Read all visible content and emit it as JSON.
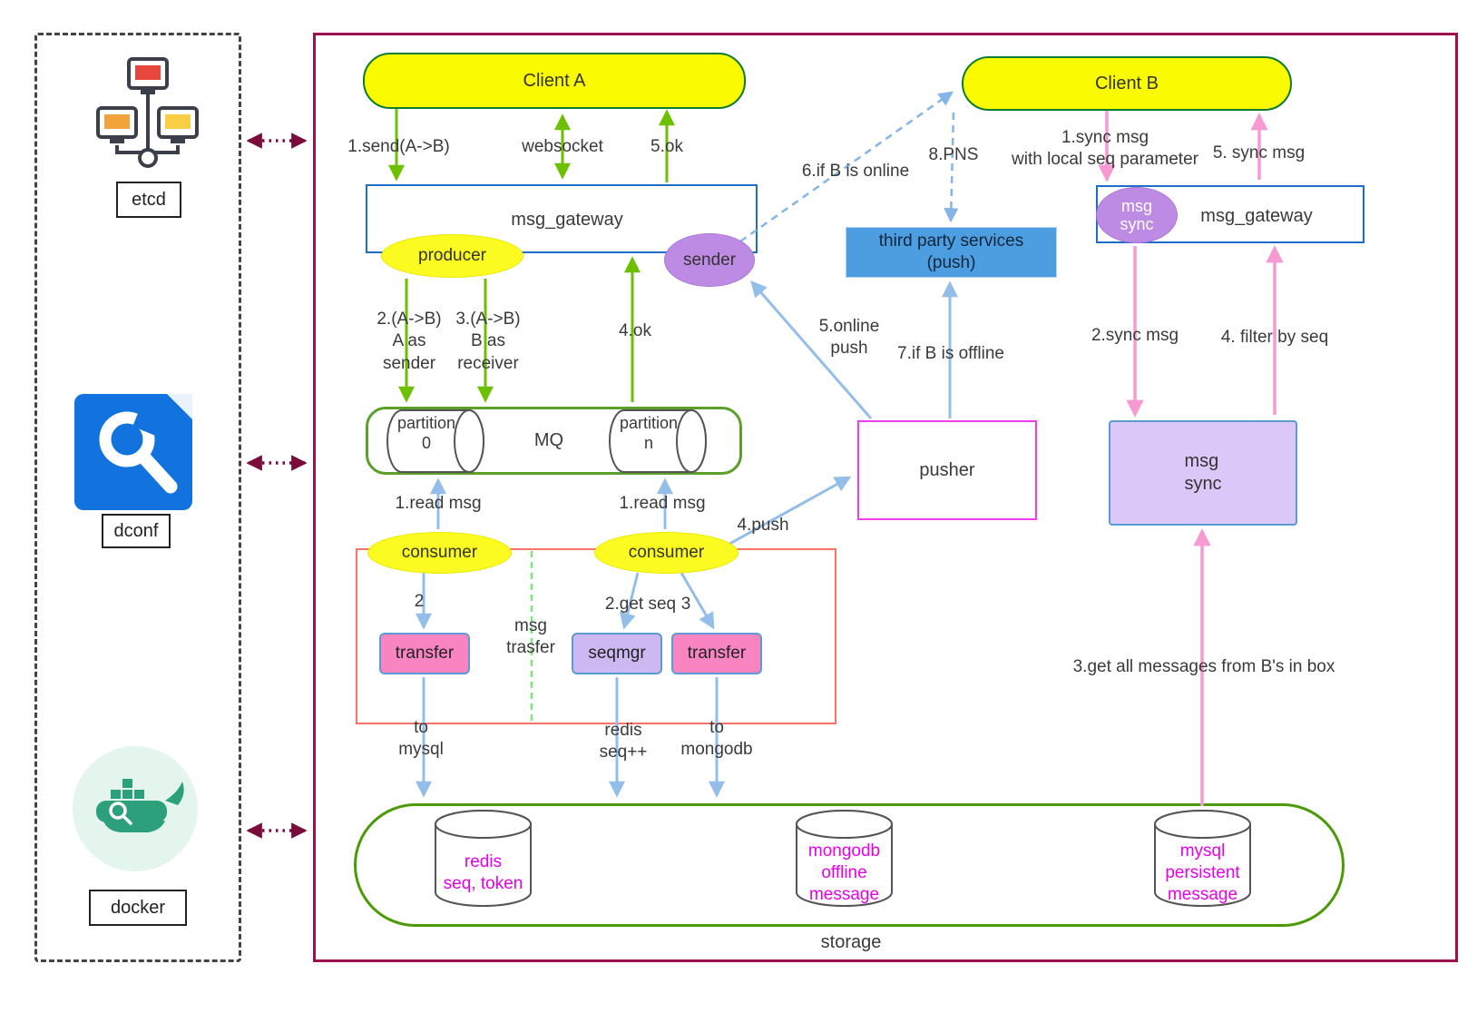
{
  "left_panel": {
    "etcd": "etcd",
    "dconf": "dconf",
    "docker": "docker"
  },
  "nodes": {
    "client_a": "Client A",
    "client_b": "Client B",
    "msg_gateway_left": "msg_gateway",
    "producer": "producer",
    "sender": "sender",
    "mq": "MQ",
    "partition_0": "partition\n0",
    "partition_n": "partition\nn",
    "consumer_left": "consumer",
    "consumer_right": "consumer",
    "transfer_left": "transfer",
    "seqmgr": "seqmgr",
    "transfer_right": "transfer",
    "pusher": "pusher",
    "third_party": "third party services\n(push)",
    "msg_gateway_right": "msg_gateway",
    "msg_sync_ellipse": "msg\nsync",
    "msg_sync_box": "msg\nsync",
    "storage_title": "storage",
    "db_redis": "redis\nseq, token",
    "db_mongodb": "mongodb\noffline\nmessage",
    "db_mysql": "mysql\npersistent\nmessage"
  },
  "labels": {
    "send_ab": "1.send(A->B)",
    "websocket": "websocket",
    "ok_5": "5.ok",
    "a_as_sender": "2.(A->B)\nA as\nsender",
    "b_as_receiver": "3.(A->B)\nB as\nreceiver",
    "ok_4": "4.ok",
    "read_msg_left": "1.read msg",
    "read_msg_right": "1.read msg",
    "step_2": "2",
    "get_seq": "2.get seq",
    "step_3": "3",
    "msg_trasfer": "msg\ntrasfer",
    "to_mysql": "to\nmysql",
    "redis_seq": "redis\nseq++",
    "to_mongodb": "to\nmongodb",
    "push_4": "4.push",
    "online_push": "5.online\npush",
    "if_b_offline": "7.if B is offline",
    "if_b_online": "6.if B is online",
    "pns": "8.PNS",
    "sync_msg_down": "1.sync msg\nwith local seq parameter",
    "sync_msg_up": "5. sync msg",
    "sync_msg_2": "2.sync msg",
    "filter_by_seq": "4. filter by seq",
    "get_all_msgs": "3.get all messages from B's in box"
  },
  "icons": {
    "etcd_icon": "cluster-of-monitors",
    "dconf_icon": "wrench-settings",
    "docker_icon": "docker-whale"
  },
  "colors": {
    "main_border": "#A0104C",
    "client_fill": "#FBFB00",
    "client_border": "#0E7A32",
    "green_arrow": "#6CC000",
    "blue_border": "#1E6EC8",
    "light_blue_arrow": "#94BEEA",
    "dashed_blue_arrow": "#85B5E8",
    "pink_arrow": "#F79AD3",
    "purple_fill": "#BE8BE4",
    "light_purple_fill": "#DCC8F8",
    "pink_fill": "#F884C2",
    "magenta_border": "#F23CF2",
    "salmon_border": "#FA7268",
    "mq_border": "#5AA02A",
    "storage_border": "#4C9A06",
    "third_party_fill": "#4D9EE0",
    "db_text_color": "#E800E8",
    "maroon_arrow": "#7A0B3A"
  }
}
